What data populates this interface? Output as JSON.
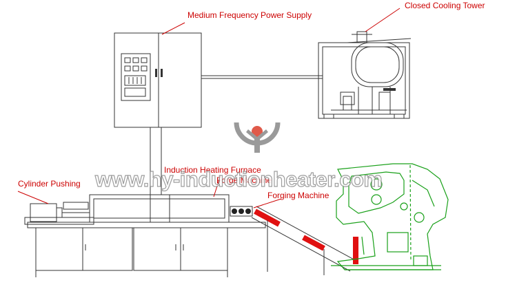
{
  "labels": {
    "power_supply": "Medium Frequency Power Supply",
    "cooling_tower": "Closed Cooling Tower",
    "furnace": "Induction Heating Furnace",
    "furnace_overlap": "Forge Machine",
    "cylinder": "Cylinder Pushing",
    "forging": "Forging Machine"
  },
  "watermark": {
    "text": "www.hy-inductionheater.com"
  },
  "colors": {
    "label": "#cc0000",
    "leader": "#cc0000",
    "machine_outline": "#333333",
    "forging_outline": "#19a019",
    "conveyor_red": "#e01010",
    "logo_gray": "#9a9a9a",
    "logo_red": "#e05a4a"
  }
}
